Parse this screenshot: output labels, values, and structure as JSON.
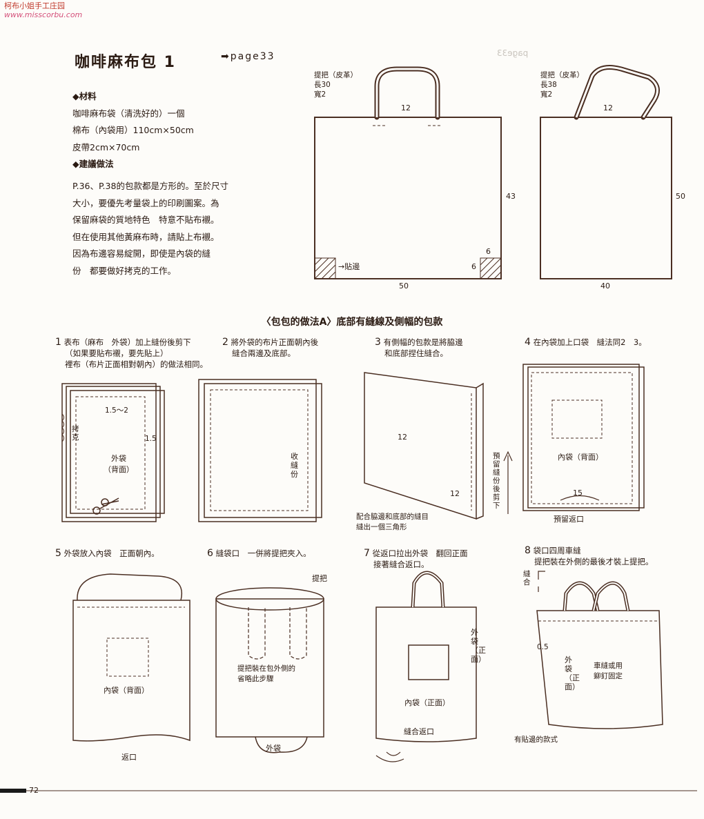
{
  "logo": {
    "name": "柯布小姐手工庄园",
    "url": "www.misscorbu.com"
  },
  "title": "咖啡麻布包 1",
  "page_ref": "page33",
  "materials": {
    "heading": "◆材料",
    "items": [
      "咖啡麻布袋（清洗好的）一個",
      "棉布（內袋用）110cm×50cm",
      "皮帶2cm×70cm"
    ],
    "method_heading": "◆建議做法",
    "method_lines": [
      "P.36、P.38的包款都是方形的。至於尺寸",
      "大小，要優先考量袋上的印刷圖案。為",
      "保留麻袋的質地特色　特意不貼布襯。",
      "但在使用其他黃麻布時，請貼上布襯。",
      "因為布邊容易綻開，即使是內袋的縫",
      "份　都要做好拷克的工作。"
    ]
  },
  "diagram1": {
    "handle_label": "提把（皮革）",
    "handle_len": "長30",
    "handle_width": "寬2",
    "top_dim": "12",
    "height_dim": "43",
    "corner_dim_a": "6",
    "corner_dim_b": "6",
    "bottom_dim": "50",
    "patch_label": "貼邊"
  },
  "diagram2": {
    "handle_label": "提把（皮革）",
    "handle_len": "長38",
    "handle_width": "寬2",
    "top_dim": "12",
    "height_dim": "50",
    "bottom_dim": "40"
  },
  "section_title": "〈包包的做法A〉底部有縫線及側幅的包款",
  "steps": [
    {
      "num": "1",
      "lines": [
        "表布（麻布　外袋）加上縫份後剪下",
        "（如果要貼布襯，要先貼上）",
        "裡布（布片正面相對朝內）的做法相同。"
      ],
      "labels": {
        "seam_top": "1.5～2",
        "seam_side": "1.5",
        "overlock": "拷克",
        "bag_name": "外袋",
        "bag_side": "（背面）"
      }
    },
    {
      "num": "2",
      "lines": [
        "將外袋的布片正面朝內後",
        "縫合兩邊及底部。"
      ],
      "labels": {
        "seam": "收縫份"
      }
    },
    {
      "num": "3",
      "lines": [
        "有側幅的包款是將脇邊",
        "和底部捏住縫合。"
      ],
      "labels": {
        "width": "12",
        "corner": "12",
        "trim": "預留縫份後剪下",
        "note1": "配合脇邊和底部的縫目",
        "note2": "縫出一個三角形"
      }
    },
    {
      "num": "4",
      "lines": [
        "在內袋加上口袋　縫法同2　3。"
      ],
      "labels": {
        "bag_name": "內袋（背面）",
        "opening_dim": "15",
        "opening": "預留返口"
      }
    },
    {
      "num": "5",
      "lines": [
        "外袋放入內袋　正面朝內。"
      ],
      "labels": {
        "bag_name": "內袋（背面）",
        "return": "返口",
        "outer": "外袋"
      }
    },
    {
      "num": "6",
      "lines": [
        "縫袋口　一併將提把夾入。"
      ],
      "labels": {
        "handle": "提把",
        "note1": "提把裝在包外側的",
        "note2": "省略此步驟"
      }
    },
    {
      "num": "7",
      "lines": [
        "從返口拉出外袋　翻回正面",
        "接著縫合返口。"
      ],
      "labels": {
        "outer": "外袋（正面）",
        "inner": "內袋（正面）",
        "sew_return": "縫合返口"
      }
    },
    {
      "num": "8",
      "lines": [
        "袋口四周車縫",
        "提把裝在外側的最後才裝上提把。"
      ],
      "labels": {
        "stitch": "縫合",
        "dim": "0.5",
        "outer": "外袋（正面）",
        "fix1": "車縫或用",
        "fix2": "鉚釘固定",
        "caption": "有貼邊的款式"
      }
    }
  ],
  "page_number": "72"
}
